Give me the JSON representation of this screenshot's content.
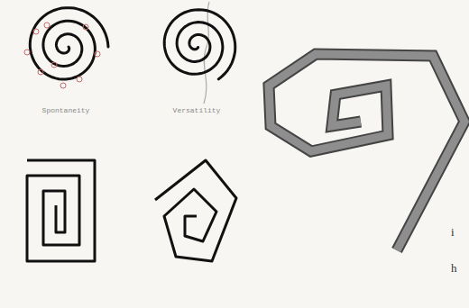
{
  "diagram": {
    "labels": [
      "Spontaneity",
      "Versatility",
      "i",
      "h"
    ]
  }
}
